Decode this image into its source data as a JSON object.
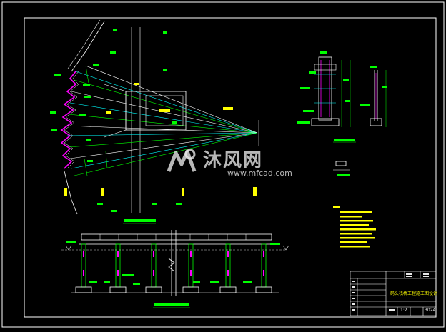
{
  "watermark": {
    "name": "沐风网",
    "url": "www.mfcad.com"
  },
  "drawing": {
    "colors": {
      "background": "#000000",
      "border": "#ffffff",
      "dimension": "#00ff00",
      "leader_magenta": "#ff00ff",
      "leader_cyan": "#00ffff",
      "text_yellow": "#ffff00",
      "structure": "#ffffff"
    }
  },
  "title_block": {
    "scale_text": "1:2",
    "sheet_text": "3024",
    "drawing_title": "码头栈桥工程施工图设计"
  }
}
